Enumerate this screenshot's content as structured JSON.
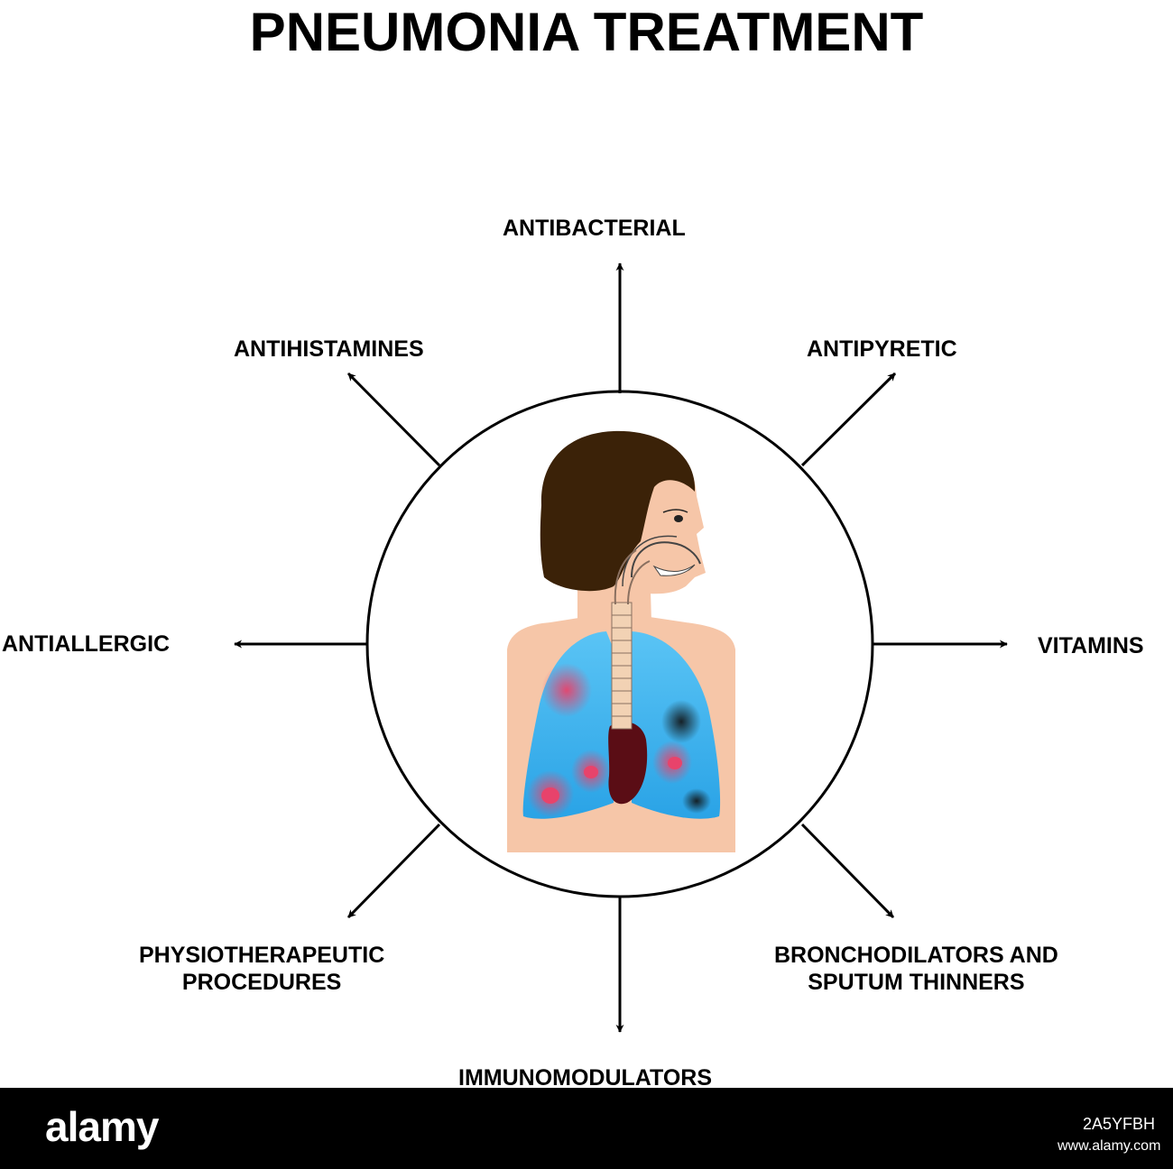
{
  "title": "PNEUMONIA TREATMENT",
  "treatments": [
    {
      "id": "antibacterial",
      "label": "ANTIBACTERIAL"
    },
    {
      "id": "antipyretic",
      "label": "ANTIPYRETIC"
    },
    {
      "id": "vitamins",
      "label": "VITAMINS"
    },
    {
      "id": "bronchodilators",
      "label": "BRONCHODILATORS AND\nSPUTUM THINNERS"
    },
    {
      "id": "immunomodulators",
      "label": "IMMUNOMODULATORS"
    },
    {
      "id": "physiotherapeutic",
      "label": "PHYSIOTHERAPEUTIC\nPROCEDURES"
    },
    {
      "id": "antiallergic",
      "label": "ANTIALLERGIC"
    },
    {
      "id": "antihistamines",
      "label": "ANTIHISTAMINES"
    }
  ],
  "colors": {
    "hair": "#3b2208",
    "skin": "#f6c6a8",
    "lung": "#39b3f0",
    "inflammation": "#e8436b",
    "heart": "#5a0d15",
    "trachea": "#f2d2b4",
    "line": "#000000"
  },
  "footer": {
    "brand": "alamy",
    "image_id": "2A5YFBH",
    "site": "www.alamy.com"
  }
}
